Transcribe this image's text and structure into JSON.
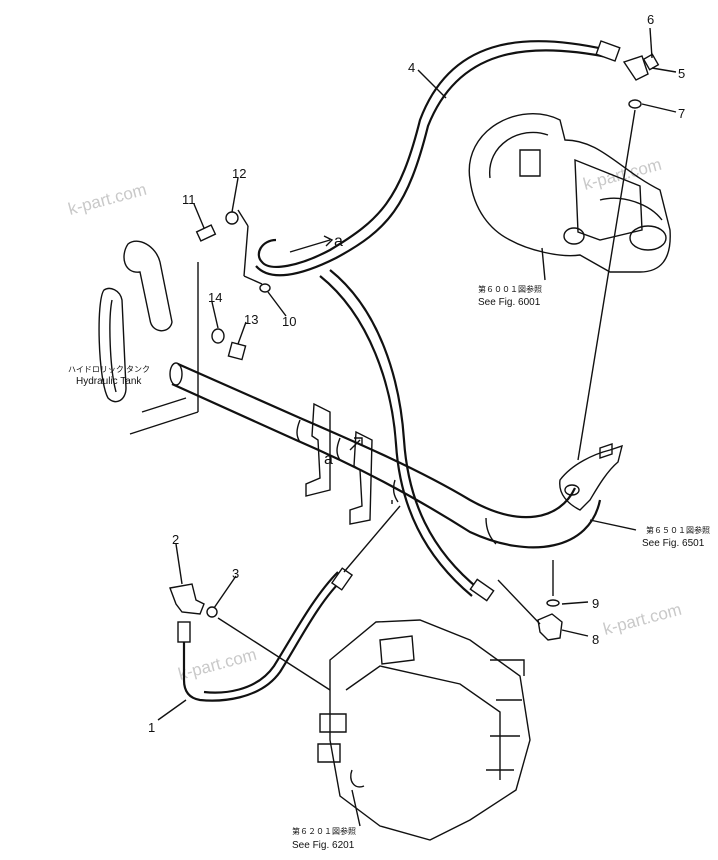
{
  "watermarks": [
    "k-part.com",
    "k-part.com",
    "k-part.com",
    "k-part.com"
  ],
  "labels": {
    "hydraulic_tank_jp": "ハイドロリック タンク",
    "hydraulic_tank": "Hydraulic Tank",
    "ref_6001_jp": "第６００１図参照",
    "ref_6001": "See Fig. 6001",
    "ref_6501_jp": "第６５０１図参照",
    "ref_6501": "See Fig. 6501",
    "ref_6201_jp": "第６２０１図参照",
    "ref_6201": "See Fig. 6201",
    "marker_a_top": "a",
    "marker_a_bottom": "a"
  },
  "parts": [
    "1",
    "2",
    "3",
    "4",
    "5",
    "6",
    "7",
    "8",
    "9",
    "10",
    "11",
    "12",
    "13",
    "14"
  ]
}
